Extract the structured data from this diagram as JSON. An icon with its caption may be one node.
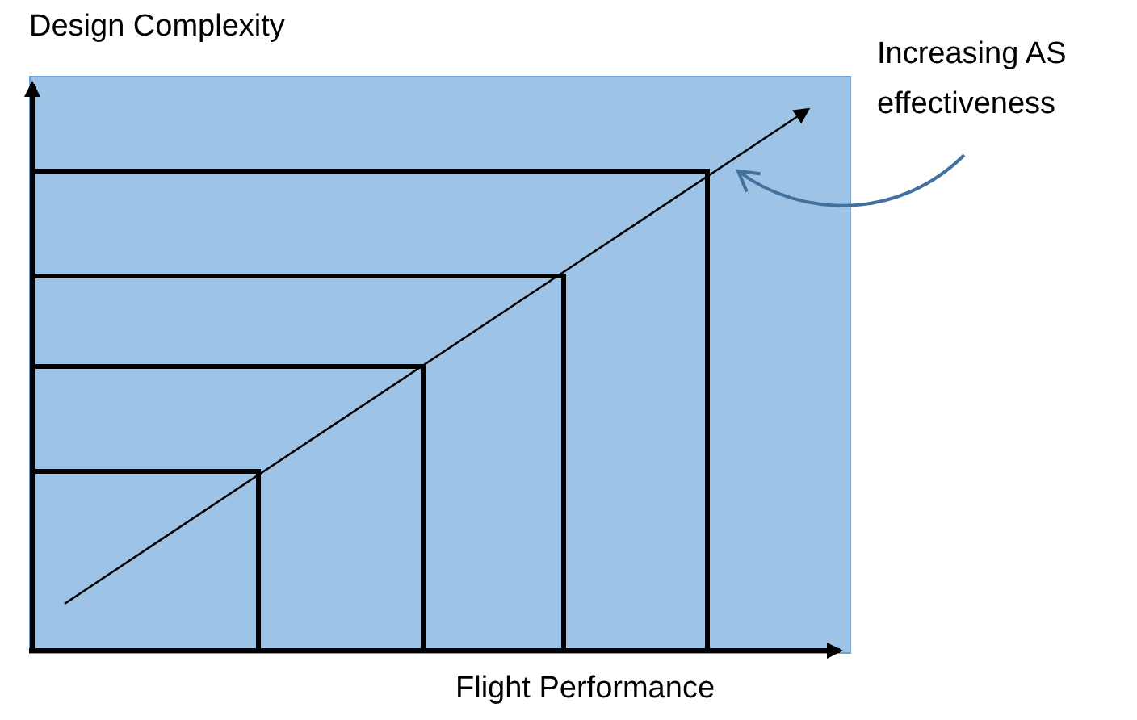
{
  "diagram": {
    "nodes": [
      {
        "text": [
          "Increasing AS effectiveness"
        ]
      },
      {
        "text": [],
        "shape": "line"
      }
    ],
    "edges": [
      {
        "from": 0,
        "to": 1,
        "arrow": "to"
      }
    ],
    "labels": [
      "Design Complexity",
      "Flight Performance"
    ]
  }
}
